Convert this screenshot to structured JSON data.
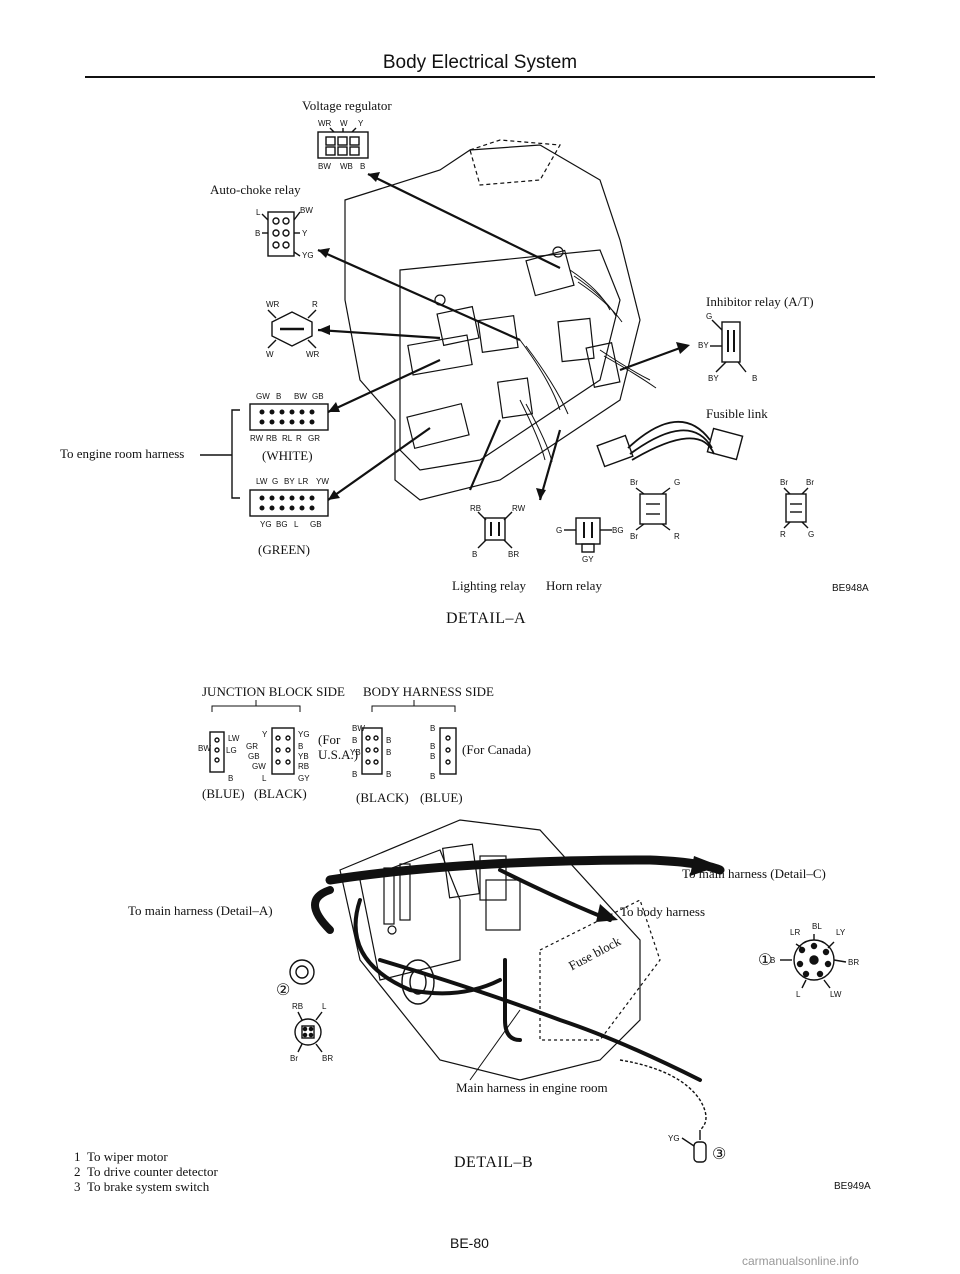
{
  "header": {
    "title": "Body Electrical System"
  },
  "detail_a": {
    "voltage_regulator": {
      "label": "Voltage regulator",
      "pins_top": [
        "WR",
        "W",
        "Y"
      ],
      "pins_bottom": [
        "BW",
        "WB",
        "B"
      ]
    },
    "auto_choke_relay": {
      "label": "Auto-choke relay",
      "pins": [
        "L",
        "BW",
        "B",
        "Y",
        "YG"
      ]
    },
    "connector_wr_r": {
      "pins_top": [
        "WR",
        "R"
      ],
      "pins_bottom": [
        "W",
        "WR"
      ]
    },
    "white_connector": {
      "pins_top": [
        "GW",
        "B",
        "BW",
        "GB"
      ],
      "pins_bottom": [
        "RW",
        "RB",
        "RL",
        "R",
        "GR"
      ],
      "color": "(WHITE)"
    },
    "green_connector": {
      "pins_top": [
        "LW",
        "G",
        "BY",
        "LR",
        "YW"
      ],
      "pins_bottom": [
        "YG",
        "BG",
        "L",
        "GB"
      ],
      "color": "(GREEN)"
    },
    "engine_harness": {
      "label": "To engine room harness"
    },
    "inhibitor_relay": {
      "label": "Inhibitor relay (A/T)",
      "pins": [
        "G",
        "BY",
        "BY",
        "B"
      ]
    },
    "fusible_link": {
      "label": "Fusible link",
      "pins_left": [
        "Br",
        "G",
        "Br",
        "R"
      ],
      "pins_right": [
        "Br",
        "Br",
        "R",
        "G"
      ]
    },
    "lighting_relay": {
      "label": "Lighting relay",
      "pins": [
        "RB",
        "RW",
        "B",
        "BR"
      ]
    },
    "horn_relay": {
      "label": "Horn relay",
      "pins": [
        "G",
        "BG",
        "GY"
      ]
    },
    "figure_code": "BE948A",
    "title": "DETAIL–A"
  },
  "detail_b": {
    "junction_block_side": "JUNCTION BLOCK SIDE",
    "body_harness_side": "BODY HARNESS SIDE",
    "jb_pins": [
      "LW",
      "Y",
      "YG",
      "BW",
      "LG",
      "GR",
      "B",
      "GB",
      "YB",
      "GW",
      "RB",
      "B",
      "L",
      "GY"
    ],
    "jb_colors": [
      "(BLUE)",
      "(BLACK)"
    ],
    "for_usa": "(For U.S.A.)",
    "for_canada": "(For Canada)",
    "bh_pins_left": [
      "BW",
      "B",
      "B",
      "YB",
      "B",
      "B",
      "B"
    ],
    "bh_pins_right": [
      "B",
      "B",
      "B",
      "B"
    ],
    "bh_colors": [
      "(BLACK)",
      "(BLUE)"
    ],
    "to_main_harness_a": "To main harness (Detail–A)",
    "to_main_harness_c": "To main harness (Detail–C)",
    "to_body_harness": "To body harness",
    "body_harness_pins": [
      "LR",
      "BL",
      "LY",
      "B",
      "BR",
      "L",
      "LW"
    ],
    "fuse_block": "Fuse block",
    "connector_2_pins": [
      "RB",
      "L",
      "Br",
      "BR"
    ],
    "main_harness_engine": "Main harness in engine room",
    "connector_3_pin": "YG",
    "callouts": [
      "①",
      "②",
      "③"
    ],
    "title": "DETAIL–B",
    "figure_code": "BE949A"
  },
  "legend": [
    {
      "num": "1",
      "text": "To wiper motor"
    },
    {
      "num": "2",
      "text": "To drive counter detector"
    },
    {
      "num": "3",
      "text": "To brake system switch"
    }
  ],
  "page_number": "BE-80",
  "watermark": "carmanualsonline.info"
}
